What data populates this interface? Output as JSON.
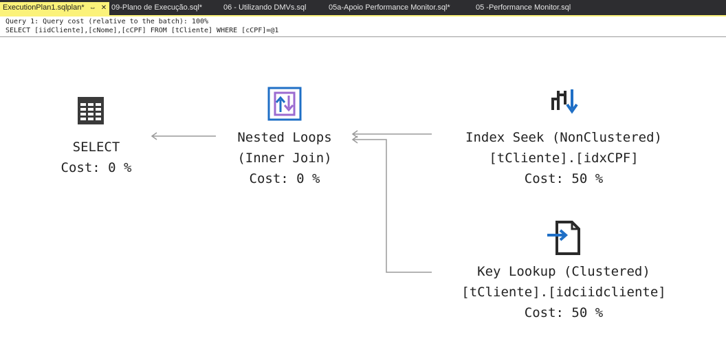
{
  "tabs": [
    {
      "label": "ExecutionPlan1.sqlplan*",
      "active": true,
      "pin": "⇔",
      "close": "✕"
    },
    {
      "label": "09-Plano de Execução.sql*"
    },
    {
      "label": "06 - Utilizando DMVs.sql"
    },
    {
      "label": "05a-Apoio Performance Monitor.sql*"
    },
    {
      "label": "05 -Performance Monitor.sql"
    }
  ],
  "query": {
    "line1": "Query 1: Query cost (relative to the batch): 100%",
    "line2": "SELECT [iidCliente],[cNome],[cCPF] FROM [tCliente] WHERE [cCPF]=@1"
  },
  "nodes": {
    "select": {
      "name": "SELECT",
      "cost": "Cost: 0 %",
      "icon": "table-icon"
    },
    "nested_loops": {
      "name": "Nested Loops",
      "detail": "(Inner Join)",
      "cost": "Cost: 0 %",
      "icon": "nested-loops-icon"
    },
    "index_seek": {
      "name": "Index Seek (NonClustered)",
      "detail": "[tCliente].[idxCPF]",
      "cost": "Cost: 50 %",
      "icon": "index-seek-icon"
    },
    "key_lookup": {
      "name": "Key Lookup (Clustered)",
      "detail": "[tCliente].[idciidcliente]",
      "cost": "Cost: 50 %",
      "icon": "key-lookup-icon"
    }
  },
  "colors": {
    "tab_active": "#fbf27a",
    "tab_bar": "#2d2d30",
    "icon_blue": "#1f6fc6",
    "icon_purple": "#9b6bd0",
    "arrow": "#9a9a9a"
  }
}
